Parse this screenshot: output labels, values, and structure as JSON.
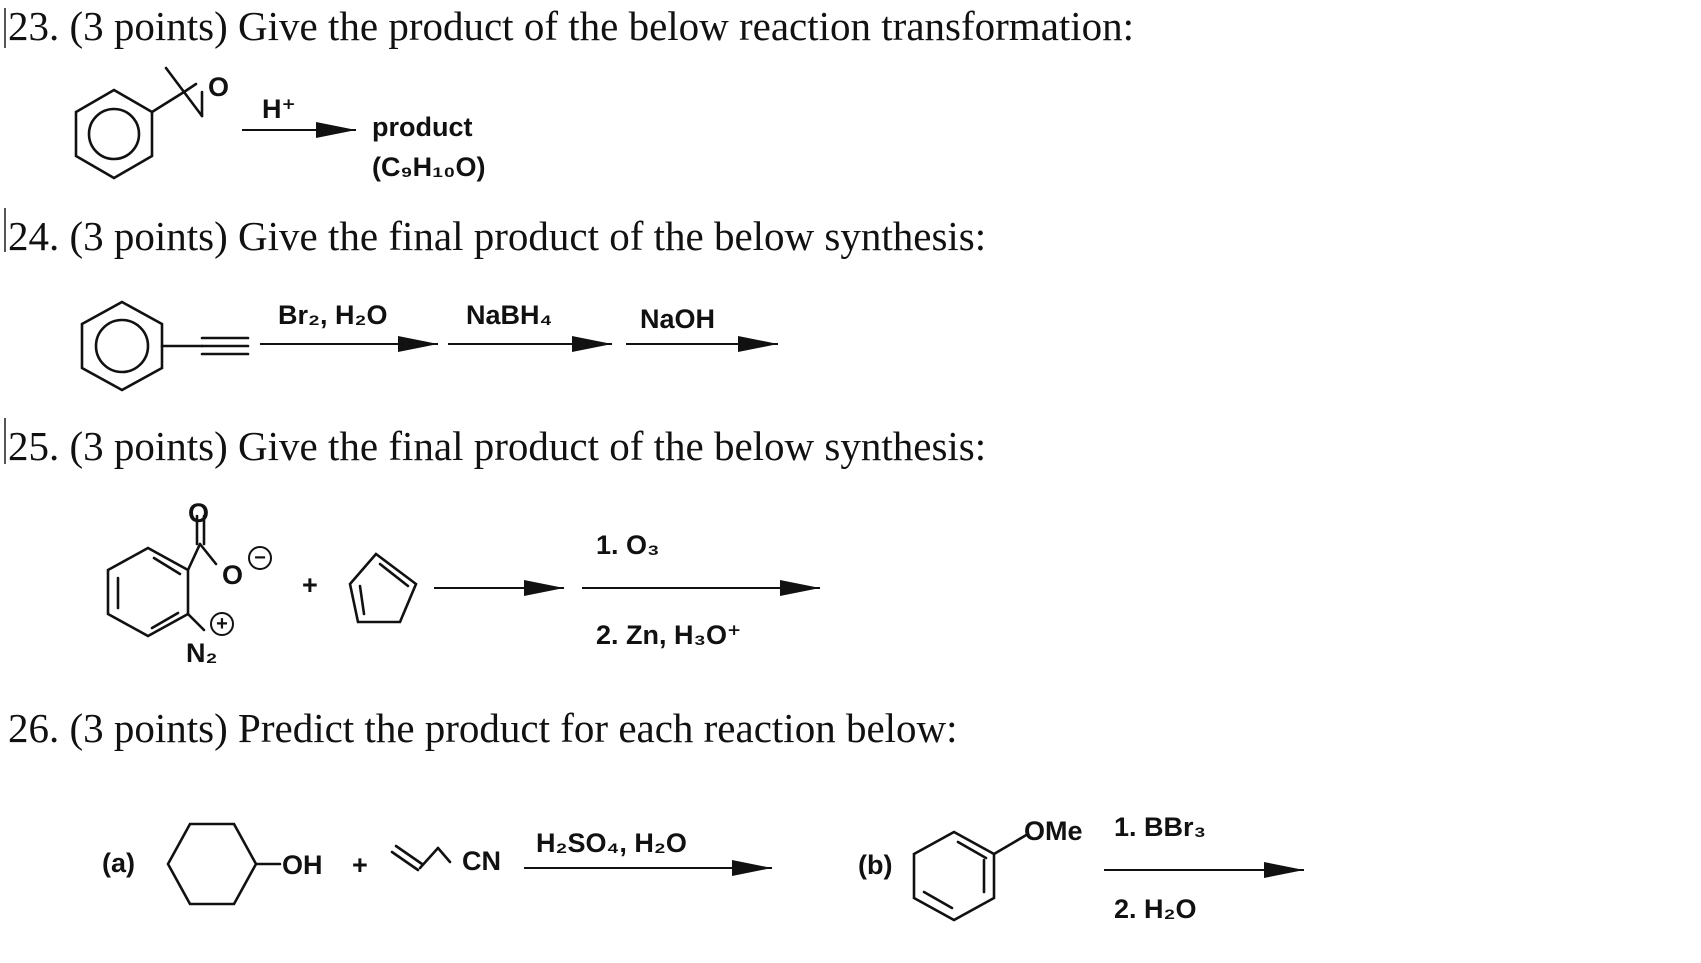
{
  "q23": {
    "number": "23.",
    "text": "(3 points) Give the product of the below reaction transformation:",
    "reagent": "H⁺",
    "product_label": "product",
    "formula": "(C₉H₁₀O)",
    "epoxide_oxygen": "O"
  },
  "q24": {
    "number": "24.",
    "text": "(3 points) Give the final product of the below synthesis:",
    "step1": "Br₂, H₂O",
    "step2": "NaBH₄",
    "step3": "NaOH"
  },
  "q25": {
    "number": "25.",
    "text": "(3 points) Give the final product of the below synthesis:",
    "plus": "+",
    "step1": "1. O₃",
    "step2": "2. Zn, H₃O⁺",
    "carbonyl_o": "O",
    "alkoxide_o": "O",
    "diazo": "N₂",
    "minus": "−",
    "plus_charge": "+"
  },
  "q26": {
    "number": "26.",
    "text": "(3 points) Predict the product for each reaction below:",
    "a_label": "(a)",
    "a_oh": "OH",
    "a_plus": "+",
    "a_cn": "CN",
    "a_reagent": "H₂SO₄, H₂O",
    "b_label": "(b)",
    "b_ome": "OMe",
    "b_step1": "1. BBr₃",
    "b_step2": "2. H₂O"
  }
}
